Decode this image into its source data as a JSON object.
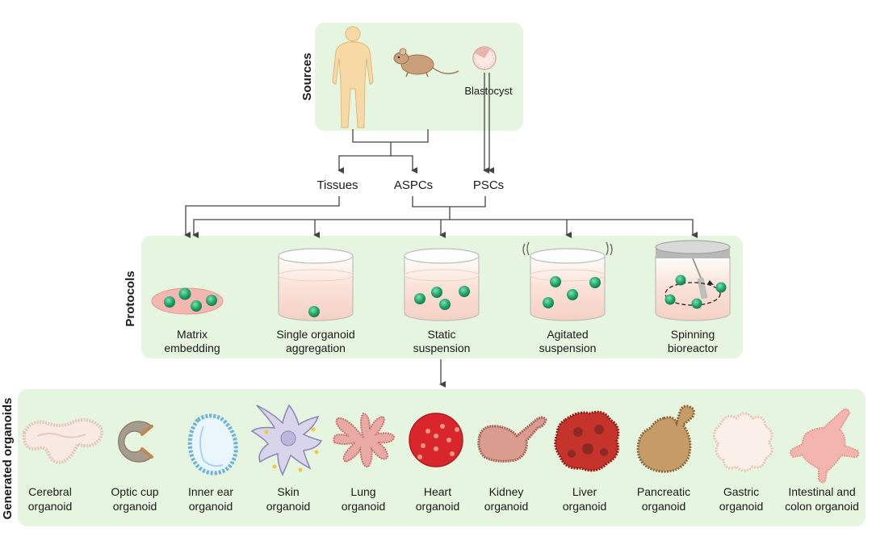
{
  "sources": {
    "title": "Sources",
    "blastocyst": "Blastocyst"
  },
  "cells": {
    "tissues": "Tissues",
    "aspcs": "ASPCs",
    "pscs": "PSCs"
  },
  "protocols": {
    "title": "Protocols",
    "items": [
      {
        "line1": "Matrix",
        "line2": "embedding"
      },
      {
        "line1": "Single organoid",
        "line2": "aggregation"
      },
      {
        "line1": "Static",
        "line2": "suspension"
      },
      {
        "line1": "Agitated",
        "line2": "suspension"
      },
      {
        "line1": "Spinning",
        "line2": "bioreactor"
      }
    ]
  },
  "organoids": {
    "title": "Generated organoids",
    "items": [
      {
        "line1": "Cerebral",
        "line2": "organoid"
      },
      {
        "line1": "Optic cup",
        "line2": "organoid"
      },
      {
        "line1": "Inner ear",
        "line2": "organoid"
      },
      {
        "line1": "Skin",
        "line2": "organoid"
      },
      {
        "line1": "Lung",
        "line2": "organoid"
      },
      {
        "line1": "Heart",
        "line2": "organoid"
      },
      {
        "line1": "Kidney",
        "line2": "organoid"
      },
      {
        "line1": "Liver",
        "line2": "organoid"
      },
      {
        "line1": "Pancreatic",
        "line2": "organoid"
      },
      {
        "line1": "Gastric",
        "line2": "organoid"
      },
      {
        "line1": "Intestinal and",
        "line2": "colon organoid"
      }
    ]
  },
  "colors": {
    "panel": "#e6f5df",
    "arrow": "#444444",
    "organoid_green": "#2fb57a",
    "body_skin": "#f7d9a6"
  }
}
